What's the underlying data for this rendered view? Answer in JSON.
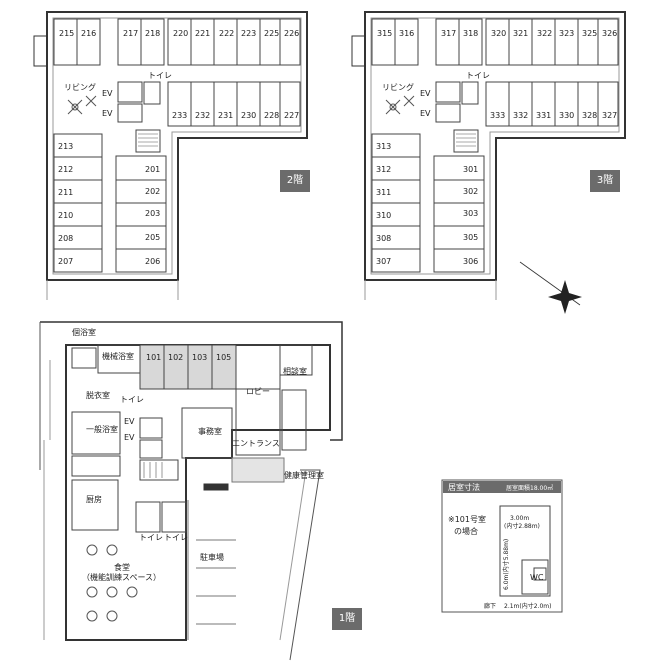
{
  "floor2": {
    "rooms_top": [
      "215",
      "216",
      "217",
      "218",
      "220",
      "221",
      "222",
      "223",
      "225",
      "226"
    ],
    "rooms_right": [
      "233",
      "232",
      "231",
      "230",
      "228",
      "227"
    ],
    "rooms_left": [
      "213",
      "212",
      "211",
      "210",
      "208",
      "207"
    ],
    "rooms_mid": [
      "201",
      "202",
      "203",
      "205",
      "206"
    ],
    "living": "リビング",
    "ev1": "EV",
    "ev2": "EV",
    "toilet": "トイレ",
    "badge": "2階"
  },
  "floor3": {
    "rooms_top": [
      "315",
      "316",
      "317",
      "318",
      "320",
      "321",
      "322",
      "323",
      "325",
      "326"
    ],
    "rooms_right": [
      "333",
      "332",
      "331",
      "330",
      "328",
      "327"
    ],
    "rooms_left": [
      "313",
      "312",
      "311",
      "310",
      "308",
      "307"
    ],
    "rooms_mid": [
      "301",
      "302",
      "303",
      "305",
      "306"
    ],
    "living": "リビング",
    "ev1": "EV",
    "ev2": "EV",
    "toilet": "トイレ",
    "badge": "3階"
  },
  "floor1": {
    "rooms": [
      "101",
      "102",
      "103",
      "105"
    ],
    "labels": {
      "bath_machine": "機械浴室",
      "bath_staff": "個浴室",
      "changing": "脱衣室",
      "general_bath": "一般浴室",
      "toilet1": "トイレ",
      "toilet2": "トイレ",
      "toilet3": "トイレ",
      "ev1": "EV",
      "ev2": "EV",
      "office": "事務室",
      "consult": "相談室",
      "lobby": "ロビー",
      "entrance": "エントランス",
      "health": "健康管理室",
      "kitchen": "厨房",
      "dining1": "食堂",
      "dining2": "（機能訓練スペース）",
      "parking": "駐車場"
    },
    "badge": "1階"
  },
  "room_info": {
    "title": "居室寸法",
    "area": "居室面積18.00㎡",
    "note1": "※101号室",
    "note2": "の場合",
    "dim_w1": "3.00m",
    "dim_w2": "(内寸2.88m)",
    "dim_h": "6.0m(内寸5.88m)",
    "wc": "WC",
    "corridor": "廊下",
    "dim_bottom": "2.1m(内寸2.0m)"
  }
}
